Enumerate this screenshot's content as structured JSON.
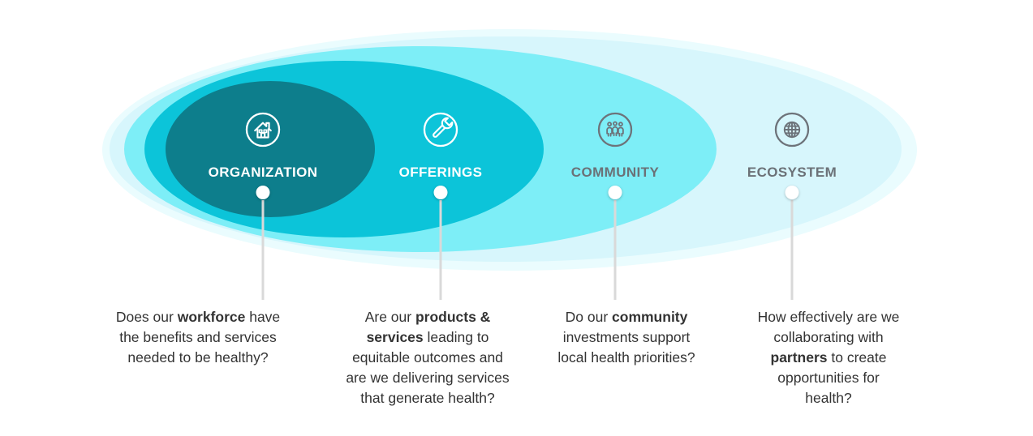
{
  "diagram": {
    "type": "nested-ellipse-levels",
    "rings": [
      {
        "name": "halo",
        "color": "#eafcfe"
      },
      {
        "name": "ecosystem",
        "color": "#d7f6fc"
      },
      {
        "name": "community",
        "color": "#7deef7"
      },
      {
        "name": "offerings",
        "color": "#0cc4d9"
      },
      {
        "name": "organization",
        "color": "#0d7e8c"
      }
    ],
    "levels": [
      {
        "label": "ORGANIZATION",
        "icon": "house-icon",
        "label_color": "#ffffff",
        "icon_color": "#ffffff",
        "question_segments": [
          {
            "t": "Does our "
          },
          {
            "t": "workforce",
            "b": true
          },
          {
            "t": " have\nthe benefits and services\nneeded to be healthy?"
          }
        ]
      },
      {
        "label": "OFFERINGS",
        "icon": "wrench-icon",
        "label_color": "#ffffff",
        "icon_color": "#ffffff",
        "question_segments": [
          {
            "t": "Are our "
          },
          {
            "t": "products &\nservices",
            "b": true
          },
          {
            "t": " leading to\nequitable outcomes and\nare we delivering services\nthat generate health?"
          }
        ]
      },
      {
        "label": "COMMUNITY",
        "icon": "people-icon",
        "label_color": "#6b7177",
        "icon_color": "#6d737a",
        "question_segments": [
          {
            "t": "Do our "
          },
          {
            "t": "community",
            "b": true
          },
          {
            "t": "\ninvestments support\nlocal health priorities?"
          }
        ]
      },
      {
        "label": "ECOSYSTEM",
        "icon": "globe-icon",
        "label_color": "#6b7177",
        "icon_color": "#6d737a",
        "question_segments": [
          {
            "t": "How effectively are we\ncollaborating with\n"
          },
          {
            "t": "partners",
            "b": true
          },
          {
            "t": " to create\nopportunities for\nhealth?"
          }
        ]
      }
    ],
    "colors": {
      "background": "#ffffff",
      "connector": "#d9d9d9",
      "dot": "#ffffff",
      "question_text": "#333333"
    }
  }
}
